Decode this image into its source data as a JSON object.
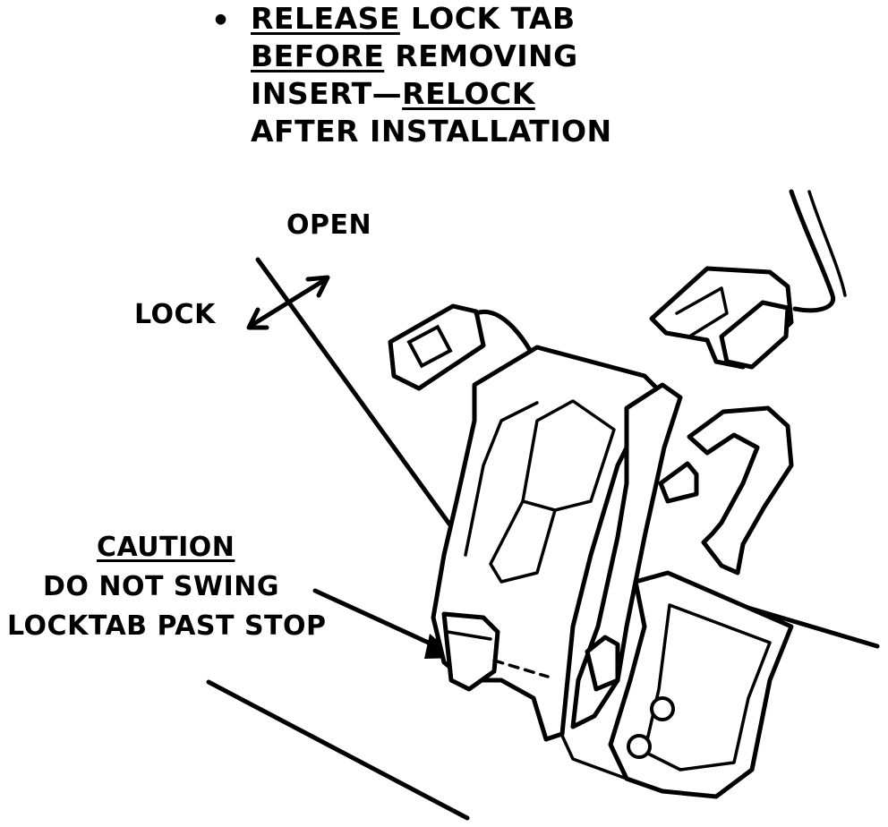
{
  "note": {
    "bullet": "•",
    "line1_a": "RELEASE",
    "line1_b": " LOCK TAB",
    "line2_a": "BEFORE",
    "line2_b": " REMOVING",
    "line3_a": "INSERT—",
    "line3_b": "RELOCK",
    "line4": "AFTER INSTALLATION"
  },
  "labels": {
    "open": "OPEN",
    "lock": "LOCK"
  },
  "caution": {
    "title": "CAUTION",
    "line1": "DO NOT SWING",
    "line2": "LOCKTAB PAST STOP"
  },
  "colors": {
    "ink": "#000000",
    "paper": "#ffffff"
  }
}
